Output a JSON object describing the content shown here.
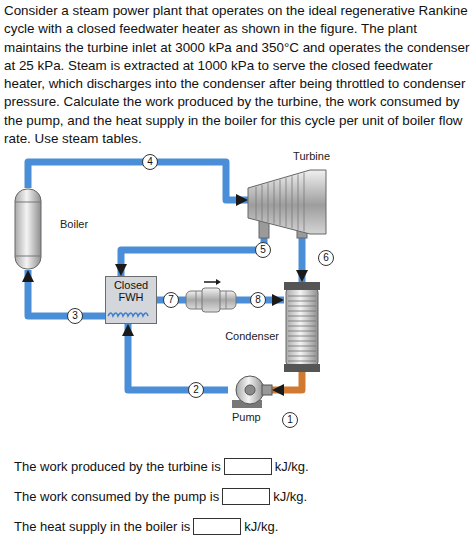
{
  "diagram": {
    "nodes": [
      {
        "text": [
          "Boiler"
        ]
      },
      {
        "text": [
          "Turbine"
        ]
      },
      {
        "text": [
          "Closed FWH"
        ]
      },
      {
        "text": [
          "Condenser"
        ]
      },
      {
        "text": [
          "Pump"
        ]
      }
    ],
    "edges": [
      {
        "from": 0,
        "to": 1,
        "arrow": "to"
      },
      {
        "from": 1,
        "to": 2,
        "arrow": "to"
      },
      {
        "from": 1,
        "to": 3,
        "arrow": "to"
      },
      {
        "from": 2,
        "to": 3,
        "arrow": "to"
      },
      {
        "from": 3,
        "to": 4,
        "arrow": "to"
      },
      {
        "from": 4,
        "to": 2,
        "arrow": "to"
      },
      {
        "from": 2,
        "to": 0,
        "arrow": "to"
      }
    ],
    "labels": [
      "Consider a steam power plant that operates on the ideal regenerative Rankine cycle with a closed feedwater heater as shown in the figure. The plant maintains the turbine inlet at 3000 kPa and 350°C and operates the condenser at 25 kPa. Steam is extracted at 1000 kPa to serve the closed feedwater heater, which discharges into the condenser after being throttled to condenser pressure. Calculate the work produced by the turbine, the work consumed by the pump, and the heat supply in the boiler for this cycle per unit of boiler flow rate. Use steam tables.",
      "4",
      "5",
      "6",
      "3",
      "7",
      "8",
      "2",
      "1",
      "The work produced by the turbine is",
      "kJ/kg.",
      "The work consumed by the pump is",
      "kJ/kg.",
      "The heat supply in the boiler is",
      "kJ/kg."
    ]
  }
}
